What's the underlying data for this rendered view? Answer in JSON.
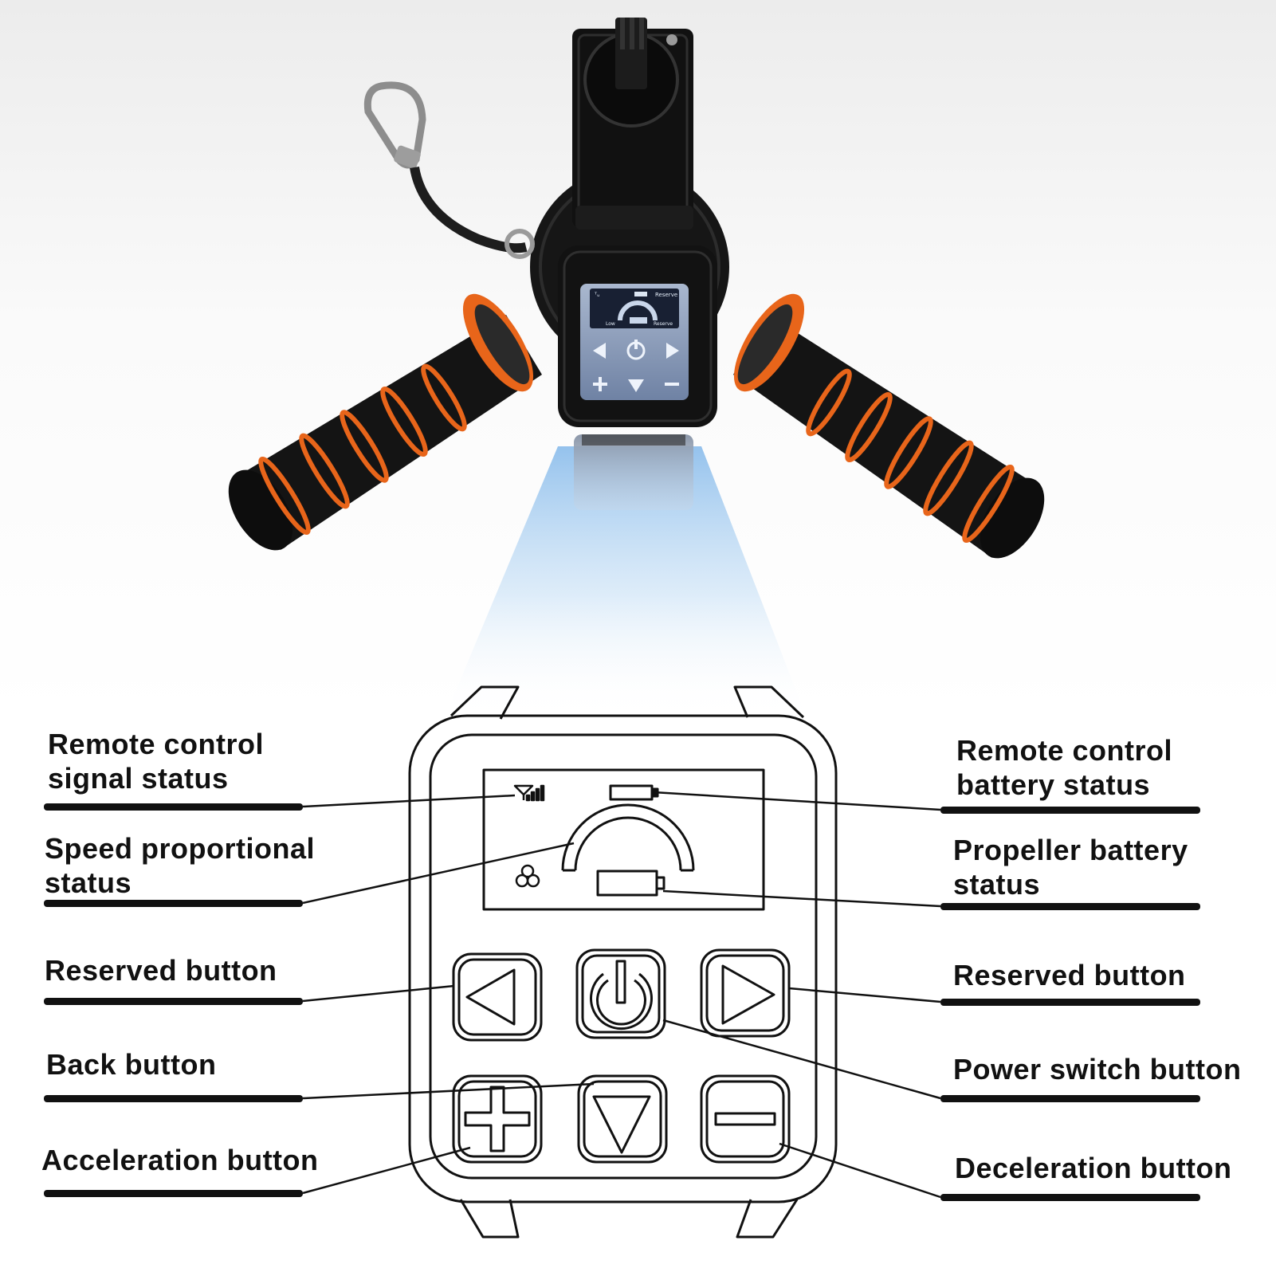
{
  "colors": {
    "accent_orange": "#e8651a",
    "device_black": "#1a1a1a",
    "screen_blue": "#8fa8c8",
    "beam_blue": "#9cc6ee",
    "line_black": "#111111"
  },
  "device_screen": {
    "mini_labels": [
      "Reserve",
      "Low",
      "Reserve"
    ]
  },
  "icons": [
    "carabiner-icon",
    "signal-icon",
    "battery-icon",
    "speed-gauge-icon",
    "propeller-icon",
    "triangle-left-icon",
    "power-icon",
    "triangle-right-icon",
    "plus-icon",
    "triangle-down-icon",
    "minus-icon"
  ],
  "callouts": {
    "left": [
      {
        "key": "signal",
        "label": "Remote control\nsignal status"
      },
      {
        "key": "speed",
        "label": "Speed proportional\nstatus"
      },
      {
        "key": "reserved_left",
        "label": "Reserved button"
      },
      {
        "key": "back",
        "label": "Back button"
      },
      {
        "key": "acceleration",
        "label": "Acceleration button"
      }
    ],
    "right": [
      {
        "key": "remote_battery",
        "label": "Remote control\nbattery status"
      },
      {
        "key": "propeller_battery",
        "label": "Propeller battery\nstatus"
      },
      {
        "key": "reserved_right",
        "label": "Reserved button"
      },
      {
        "key": "power",
        "label": "Power switch button"
      },
      {
        "key": "deceleration",
        "label": "Deceleration button"
      }
    ]
  }
}
